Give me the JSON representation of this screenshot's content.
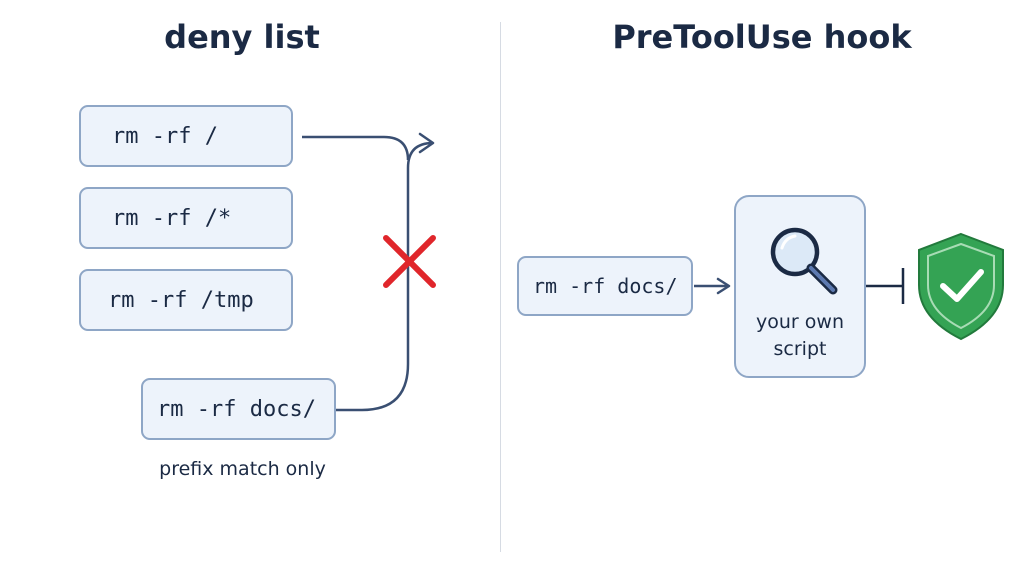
{
  "left_panel": {
    "title": "deny list",
    "commands": [
      "rm -rf /",
      "rm -rf /*",
      "rm -rf /tmp",
      "rm -rf docs/"
    ],
    "caption": "prefix match only",
    "block_mark_color": "#e0262b"
  },
  "right_panel": {
    "title": "PreToolUse hook",
    "command": "rm -rf docs/",
    "script_label_line1": "your own",
    "script_label_line2": "script",
    "search_icon": "magnifier-icon",
    "result_icon": "shield-check-icon",
    "shield_color": "#34a354"
  },
  "colors": {
    "box_fill": "#edf3fb",
    "box_border": "#8ea6c6",
    "connector": "#3a4f72",
    "text": "#1b2a44"
  }
}
